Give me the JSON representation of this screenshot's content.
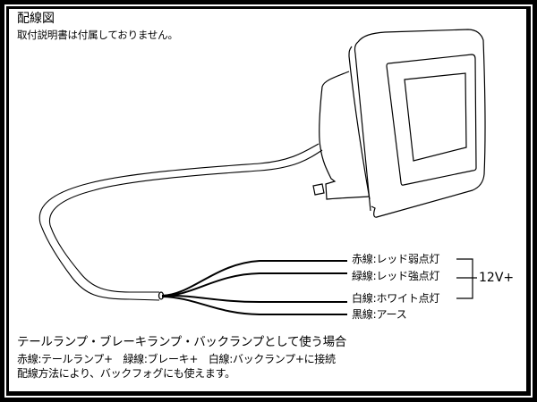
{
  "header": {
    "title": "配線図",
    "subtitle": "取付説明書は付属しておりません。"
  },
  "wires": [
    {
      "label": "赤線:レッド弱点灯",
      "color_name": "red"
    },
    {
      "label": "緑線:レッド強点灯",
      "color_name": "green"
    },
    {
      "label": "白線:ホワイト点灯",
      "color_name": "white"
    },
    {
      "label": "黒線:アース",
      "color_name": "black"
    }
  ],
  "bracket": {
    "voltage_label": "12V+"
  },
  "notes": {
    "heading": "テールランプ・ブレーキランプ・バックランプとして使う場合",
    "line1": "赤線:テールランプ+　緑線:ブレーキ+　白線:バックランプ+に接続",
    "line2": "配線方法により、バックフォグにも使えます。"
  },
  "colors": {
    "frame": "#000000",
    "background": "#ffffff",
    "line": "#000000"
  },
  "icons": {
    "lamp": "lamp-unit-drawing"
  }
}
